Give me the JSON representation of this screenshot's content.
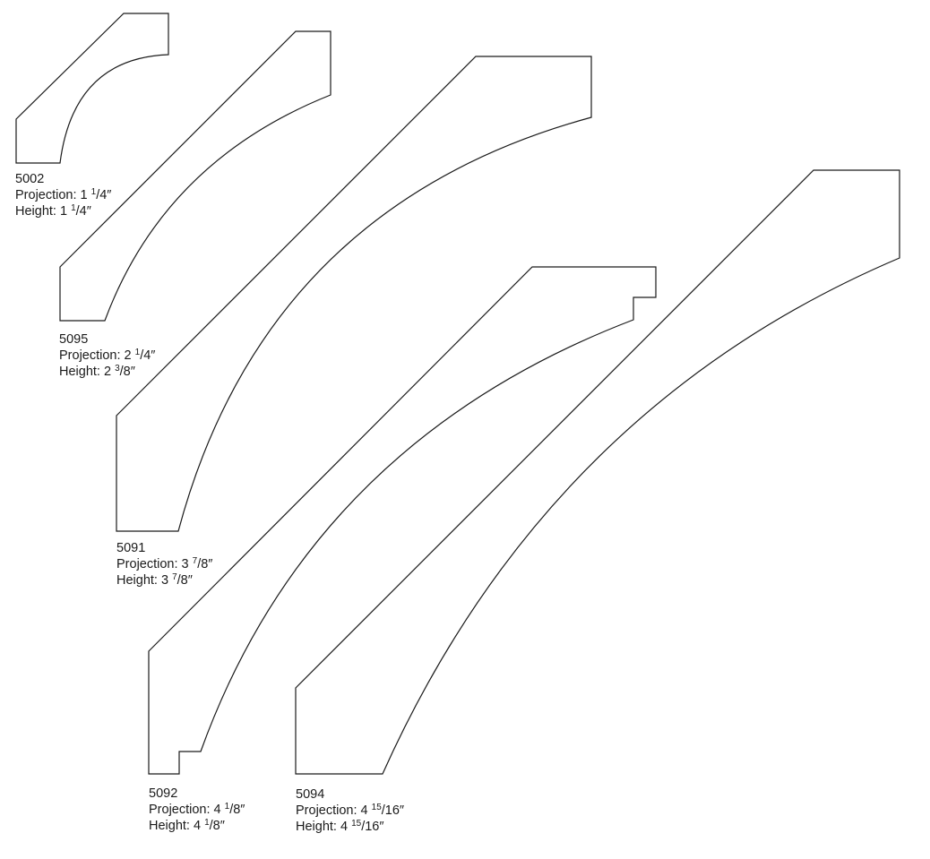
{
  "profiles": [
    {
      "id": "5002",
      "code": "5002",
      "projection_prefix": "Projection: 1 ",
      "projection_num": "1",
      "projection_den": "/4″",
      "height_prefix": "Height: 1 ",
      "height_num": "1",
      "height_den": "/4″"
    },
    {
      "id": "5095",
      "code": "5095",
      "projection_prefix": "Projection: 2 ",
      "projection_num": "1",
      "projection_den": "/4″",
      "height_prefix": "Height: 2 ",
      "height_num": "3",
      "height_den": "/8″"
    },
    {
      "id": "5091",
      "code": "5091",
      "projection_prefix": "Projection: 3 ",
      "projection_num": "7",
      "projection_den": "/8″",
      "height_prefix": "Height: 3 ",
      "height_num": "7",
      "height_den": "/8″"
    },
    {
      "id": "5092",
      "code": "5092",
      "projection_prefix": "Projection: 4 ",
      "projection_num": "1",
      "projection_den": "/8″",
      "height_prefix": "Height: 4 ",
      "height_num": "1",
      "height_den": "/8″"
    },
    {
      "id": "5094",
      "code": "5094",
      "projection_prefix": "Projection: 4 ",
      "projection_num": "15",
      "projection_den": "/16″",
      "height_prefix": "Height: 4 ",
      "height_num": "15",
      "height_den": "/16″"
    }
  ],
  "stroke_color": "#1a1a1a"
}
